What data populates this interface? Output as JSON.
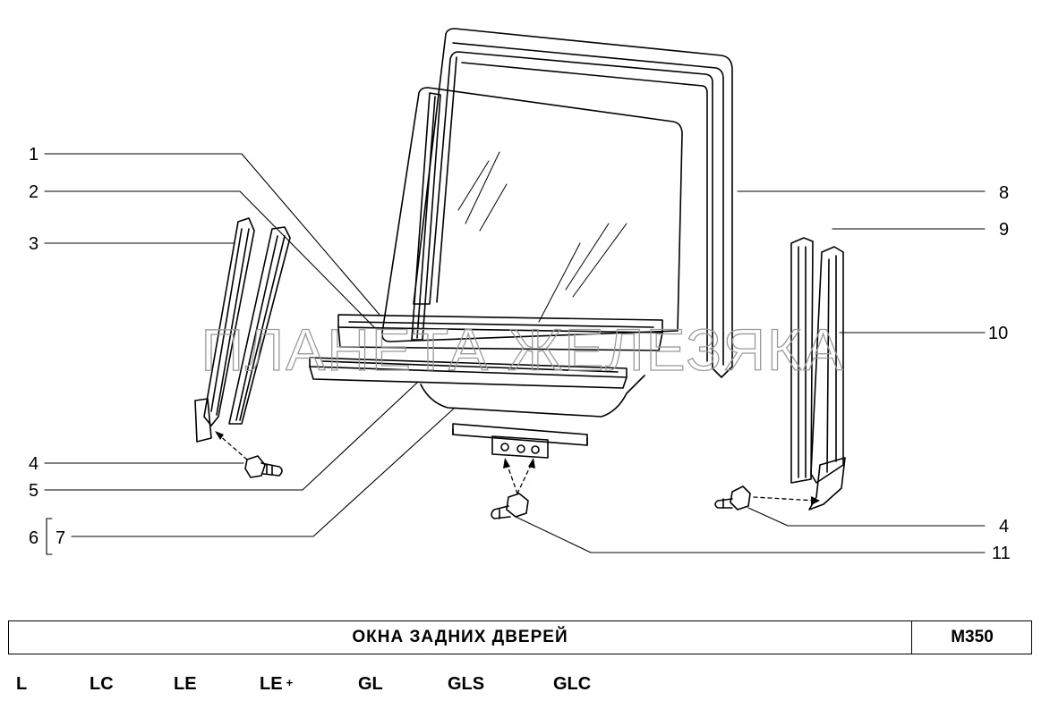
{
  "watermark": "ПЛАНЕТА ЖЕЛЕЗЯКА",
  "callouts": {
    "c1": "1",
    "c2": "2",
    "c3": "3",
    "c4_left": "4",
    "c5": "5",
    "c6": "6",
    "c7": "7",
    "c8": "8",
    "c9": "9",
    "c10": "10",
    "c4_right": "4",
    "c11": "11"
  },
  "title_block": {
    "title": "ОКНА ЗАДНИХ ДВЕРЕЙ",
    "code": "M350"
  },
  "variants": [
    "L",
    "LC",
    "LE",
    "LE",
    "GL",
    "GLS",
    "GLC"
  ],
  "variant_plus": "+"
}
